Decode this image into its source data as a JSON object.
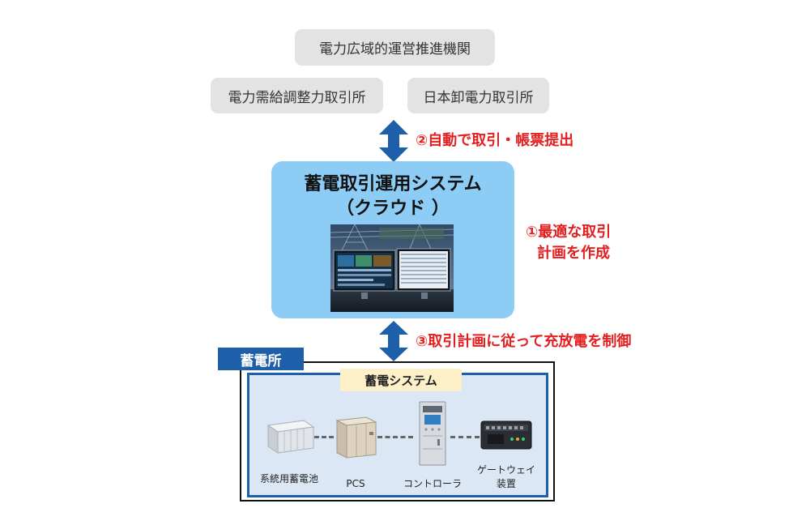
{
  "top_boxes": {
    "occto": "電力広域的運営推進機関",
    "balancing_market": "電力需給調整力取引所",
    "jepx": "日本卸電力取引所"
  },
  "labels": {
    "step2": "②自動で取引・帳票提出",
    "step1_line1": "①最適な取引",
    "step1_line2": "計画を作成",
    "step3": "③取引計画に従って充放電を制御"
  },
  "cloud_system": {
    "title_line1": "蓄電取引運用システム",
    "title_line2": "（クラウド ）"
  },
  "station": {
    "tab": "蓄電所",
    "system_tag": "蓄電システム",
    "devices": [
      {
        "label": "系統用蓄電池"
      },
      {
        "label": "PCS"
      },
      {
        "label": "コントローラ"
      },
      {
        "label_line1": "ゲートウェイ",
        "label_line2": "装置"
      }
    ]
  },
  "colors": {
    "arrow_blue": "#1d5fa8",
    "cloud_box": "#8dcdf5",
    "label_red": "#e41f1f",
    "gray_box": "#e3e3e3",
    "system_tag": "#fdf0c9",
    "station_inner": "#dbe7f5"
  }
}
